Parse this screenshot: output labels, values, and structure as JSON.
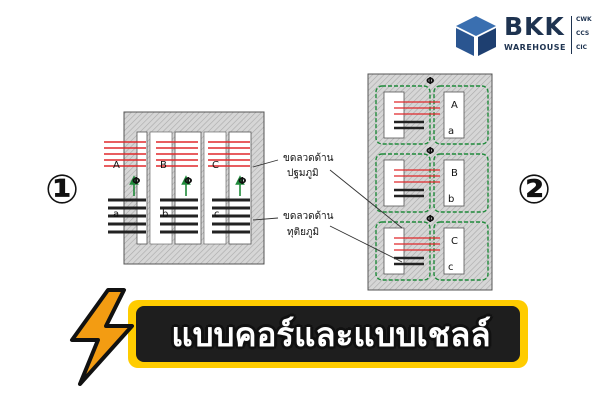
{
  "logo": {
    "name": "BKK",
    "subtitle": "WAREHOUSE",
    "side_labels": [
      "CWK",
      "CCS",
      "CIC"
    ],
    "color": "#1e3350"
  },
  "diagram1": {
    "number": "①",
    "legs": [
      "A",
      "B",
      "C"
    ],
    "secondary_legs": [
      "a",
      "b",
      "c"
    ],
    "flux_symbol": "Φ"
  },
  "diagram2": {
    "number": "②",
    "legs": [
      "A",
      "B",
      "C"
    ],
    "secondary_legs": [
      "a",
      "b",
      "c"
    ],
    "flux_symbol": "Φ"
  },
  "labels": {
    "primary_line1": "ขดลวดด้าน",
    "primary_line2": "ปฐมภูมิ",
    "secondary_line1": "ขดลวดด้าน",
    "secondary_line2": "ทุติยภูมิ"
  },
  "banner": {
    "title": "แบบคอร์และแบบเชลล์"
  },
  "colors": {
    "primary_coil": "#e0282b",
    "secondary_coil": "#222222",
    "flux_arrow": "#1f8a3a",
    "core_hatch": "#bdbdbd",
    "banner_yellow": "#ffcc00",
    "bolt_orange": "#f39c12"
  }
}
